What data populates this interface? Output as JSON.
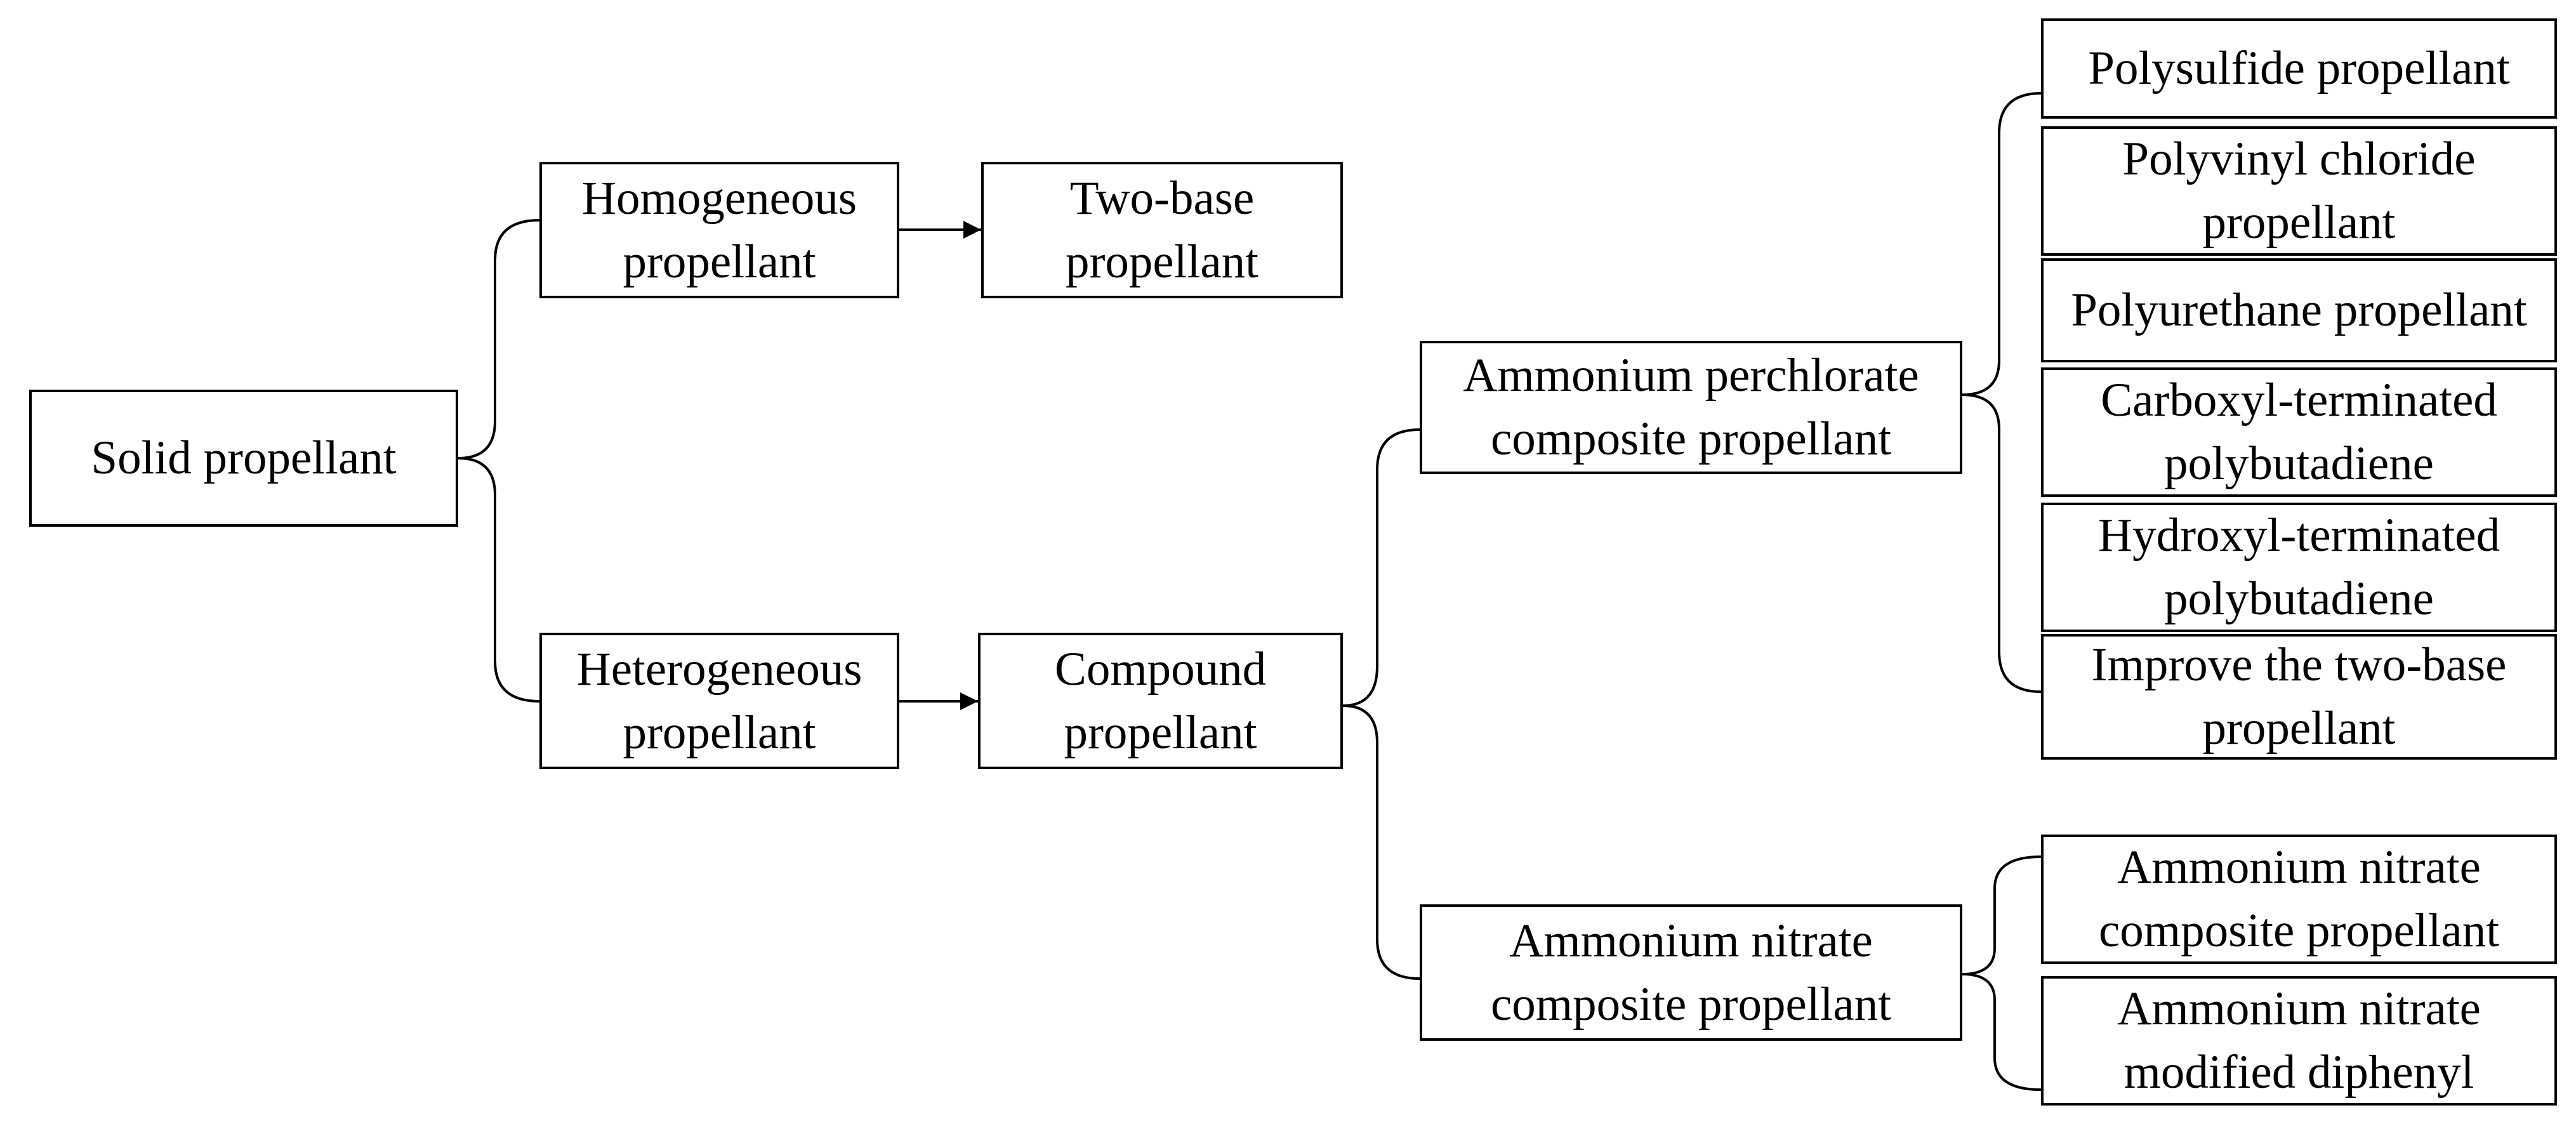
{
  "root": {
    "label": "Solid propellant"
  },
  "homogeneous": {
    "label_line1": "Homogeneous",
    "label_line2": "propellant"
  },
  "two_base": {
    "label_line1": "Two-base",
    "label_line2": "propellant"
  },
  "heterogeneous": {
    "label_line1": "Heterogeneous",
    "label_line2": "propellant"
  },
  "compound": {
    "label_line1": "Compound",
    "label_line2": "propellant"
  },
  "ammonium_perchlorate": {
    "label_line1": "Ammonium perchlorate",
    "label_line2": "composite propellant",
    "children": [
      {
        "line1": "Polysulfide propellant",
        "line2": ""
      },
      {
        "line1": "Polyvinyl chloride",
        "line2": "propellant"
      },
      {
        "line1": "Polyurethane propellant",
        "line2": ""
      },
      {
        "line1": "Carboxyl-terminated",
        "line2": "polybutadiene"
      },
      {
        "line1": "Hydroxyl-terminated",
        "line2": "polybutadiene"
      },
      {
        "line1": "Improve the two-base",
        "line2": "propellant"
      }
    ]
  },
  "ammonium_nitrate": {
    "label_line1": "Ammonium nitrate",
    "label_line2": "composite propellant",
    "children": [
      {
        "line1": "Ammonium nitrate",
        "line2": "composite propellant"
      },
      {
        "line1": "Ammonium nitrate",
        "line2": "modified diphenyl"
      }
    ]
  },
  "colors": {
    "stroke": "#000000",
    "background": "#ffffff",
    "text": "#000000"
  }
}
